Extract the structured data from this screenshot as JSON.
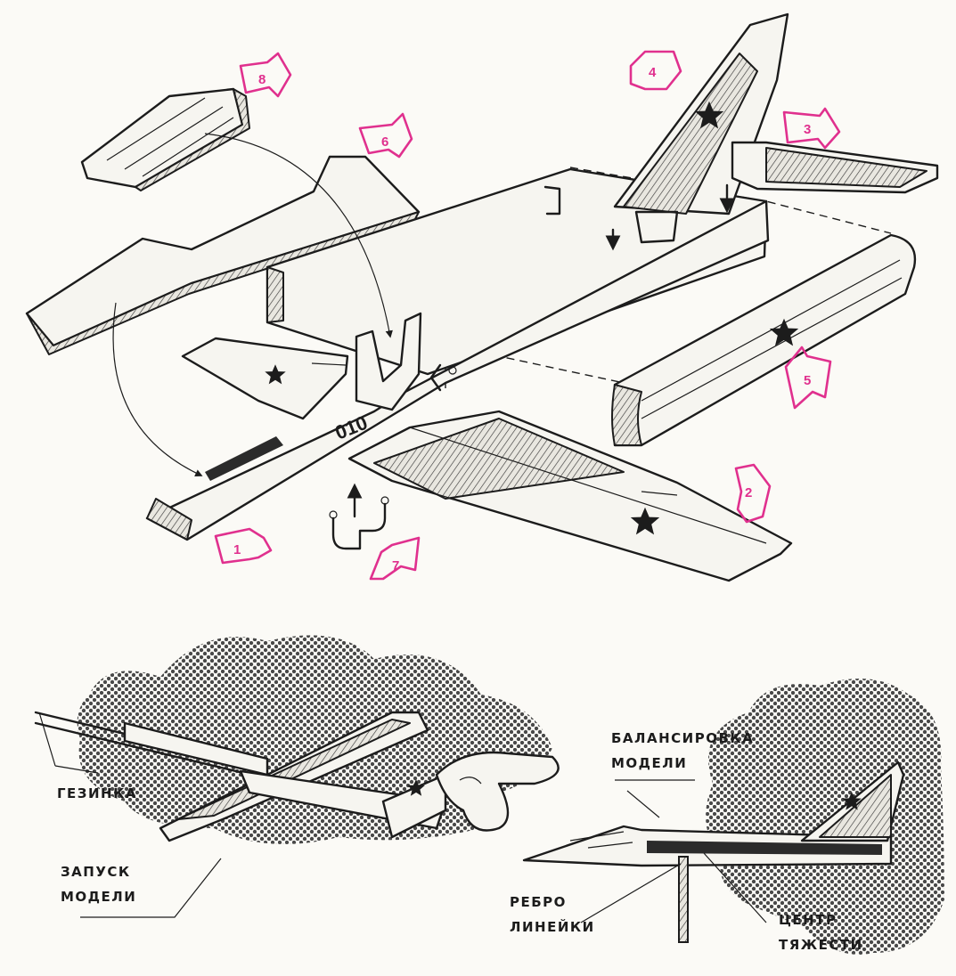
{
  "markers": [
    {
      "id": "1",
      "label": "1"
    },
    {
      "id": "2",
      "label": "2"
    },
    {
      "id": "3",
      "label": "3"
    },
    {
      "id": "4",
      "label": "4"
    },
    {
      "id": "5",
      "label": "5"
    },
    {
      "id": "6",
      "label": "6"
    },
    {
      "id": "7",
      "label": "7"
    },
    {
      "id": "8",
      "label": "8"
    }
  ],
  "fuselage_code": "010",
  "labels": {
    "rubber": "ГЕЗИНКА",
    "launch_line1": "ЗАПУСК",
    "launch_line2": "МОДЕЛИ",
    "balance_line1": "БАЛАНСИРОВКА",
    "balance_line2": "МОДЕЛИ",
    "ruler_line1": "РЕБРО",
    "ruler_line2": "ЛИНЕЙКИ",
    "cg_line1": "ЦЕНТР",
    "cg_line2": "ТЯЖЕСТИ"
  },
  "colors": {
    "marker": "#e0308e",
    "ink": "#1c1c1c",
    "paper": "#fbfaf6"
  }
}
